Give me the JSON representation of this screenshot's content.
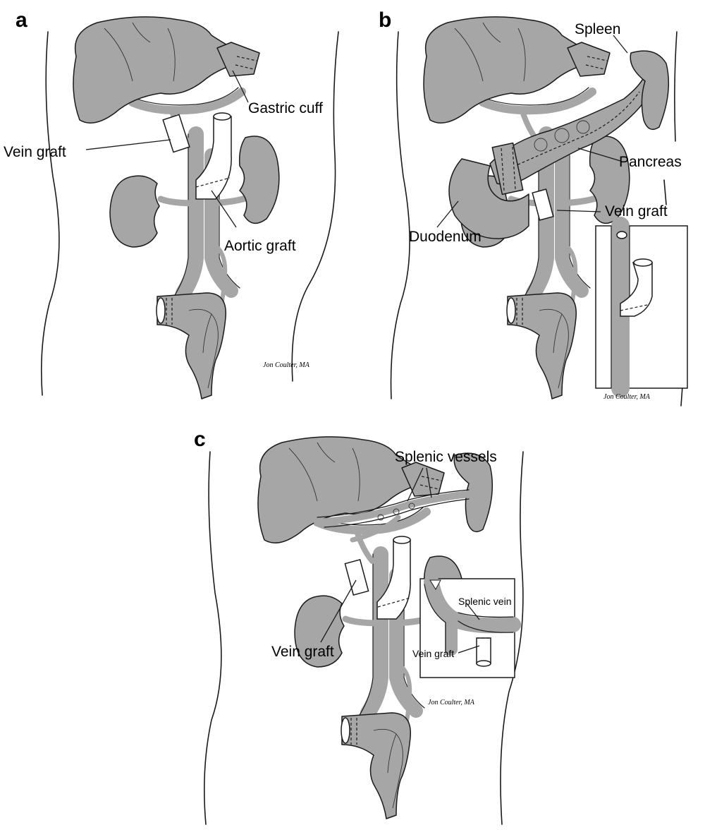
{
  "panels": [
    {
      "letter": "a",
      "labels": {
        "gastric_cuff": "Gastric cuff",
        "vein_graft": "Vein graft",
        "aortic_graft": "Aortic graft"
      },
      "credit": "Jon Coulter, MA"
    },
    {
      "letter": "b",
      "labels": {
        "spleen": "Spleen",
        "pancreas": "Pancreas",
        "vein_graft": "Vein graft",
        "duodenum": "Duodenum"
      },
      "credit": "Jon Coulter, MA"
    },
    {
      "letter": "c",
      "labels": {
        "splenic_vessels": "Splenic vessels",
        "vein_graft": "Vein graft"
      },
      "inset_labels": {
        "splenic_vein": "Splenic vein",
        "vein_graft": "Vein graft"
      },
      "credit": "Jon Coulter, MA"
    }
  ],
  "colors": {
    "organ_fill": "#a6a6a6",
    "outline": "#1a1a1a",
    "background": "#ffffff"
  }
}
